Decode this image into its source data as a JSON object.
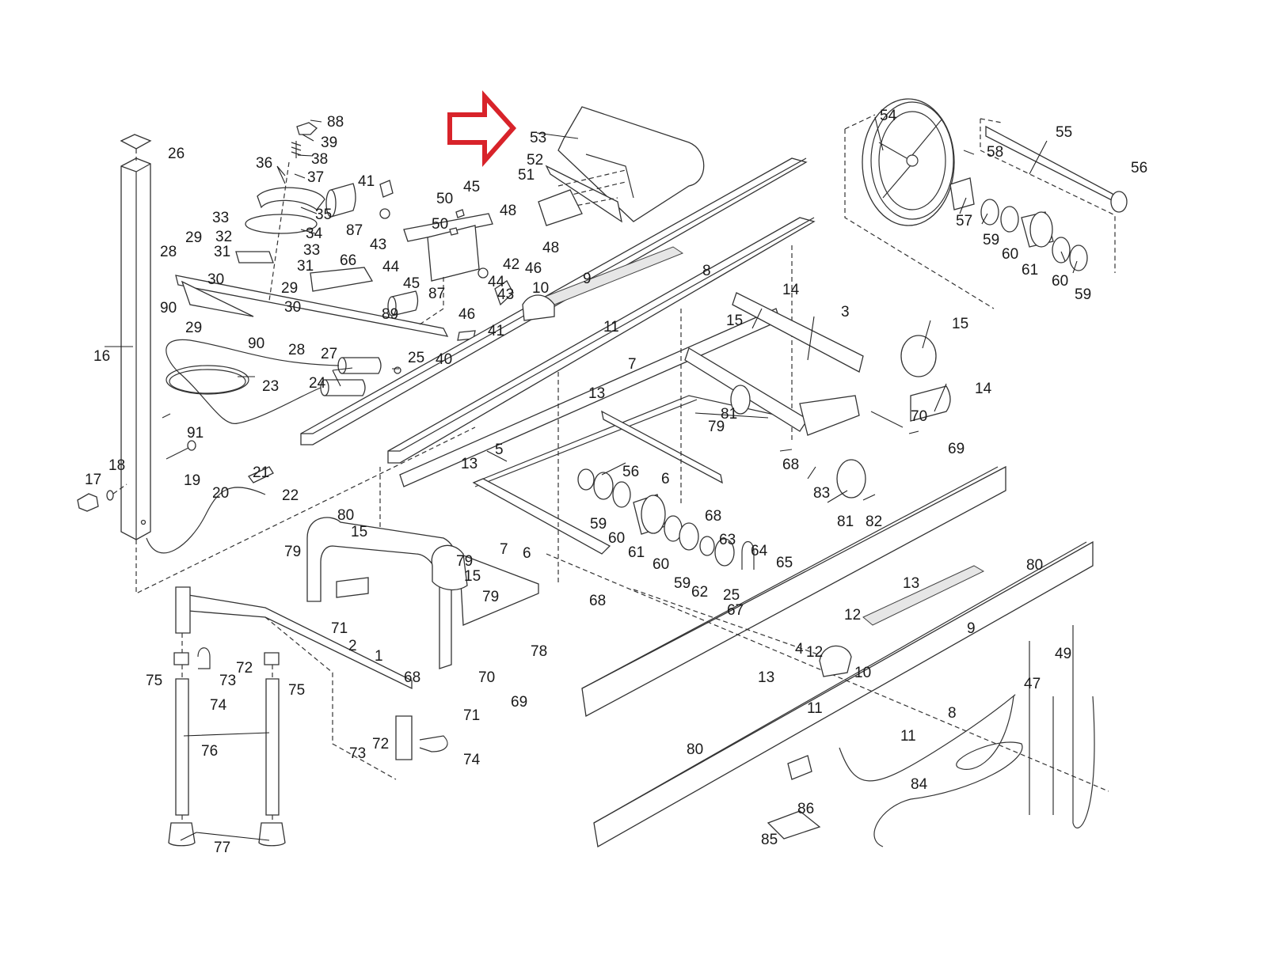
{
  "title": "Exploded parts diagram",
  "highlight": {
    "part_number": "53",
    "arrow_color": "#d8232a",
    "arrow_icon": "right-arrow-outline-icon"
  },
  "colors": {
    "line": "#333333",
    "background": "#ffffff"
  },
  "labels": [
    {
      "id": "88",
      "text": "88"
    },
    {
      "id": "39",
      "text": "39"
    },
    {
      "id": "38",
      "text": "38"
    },
    {
      "id": "36",
      "text": "36"
    },
    {
      "id": "37",
      "text": "37"
    },
    {
      "id": "35",
      "text": "35"
    },
    {
      "id": "34",
      "text": "34"
    },
    {
      "id": "33a",
      "text": "33"
    },
    {
      "id": "33b",
      "text": "33"
    },
    {
      "id": "32",
      "text": "32"
    },
    {
      "id": "31a",
      "text": "31"
    },
    {
      "id": "31b",
      "text": "31"
    },
    {
      "id": "29a",
      "text": "29"
    },
    {
      "id": "30a",
      "text": "30"
    },
    {
      "id": "28a",
      "text": "28"
    },
    {
      "id": "90a",
      "text": "90"
    },
    {
      "id": "29b",
      "text": "29"
    },
    {
      "id": "30b",
      "text": "30"
    },
    {
      "id": "29c",
      "text": "29"
    },
    {
      "id": "90b",
      "text": "90"
    },
    {
      "id": "28b",
      "text": "28"
    },
    {
      "id": "27",
      "text": "27"
    },
    {
      "id": "26",
      "text": "26"
    },
    {
      "id": "16",
      "text": "16"
    },
    {
      "id": "23",
      "text": "23"
    },
    {
      "id": "24",
      "text": "24"
    },
    {
      "id": "25a",
      "text": "25"
    },
    {
      "id": "40",
      "text": "40"
    },
    {
      "id": "66",
      "text": "66"
    },
    {
      "id": "89",
      "text": "89"
    },
    {
      "id": "87a",
      "text": "87"
    },
    {
      "id": "87b",
      "text": "87"
    },
    {
      "id": "41a",
      "text": "41"
    },
    {
      "id": "41b",
      "text": "41"
    },
    {
      "id": "43a",
      "text": "43"
    },
    {
      "id": "43b",
      "text": "43"
    },
    {
      "id": "44a",
      "text": "44"
    },
    {
      "id": "44b",
      "text": "44"
    },
    {
      "id": "45a",
      "text": "45"
    },
    {
      "id": "45b",
      "text": "45"
    },
    {
      "id": "50a",
      "text": "50"
    },
    {
      "id": "50b",
      "text": "50"
    },
    {
      "id": "42",
      "text": "42"
    },
    {
      "id": "46a",
      "text": "46"
    },
    {
      "id": "46b",
      "text": "46"
    },
    {
      "id": "48a",
      "text": "48"
    },
    {
      "id": "48b",
      "text": "48"
    },
    {
      "id": "51",
      "text": "51"
    },
    {
      "id": "52",
      "text": "52"
    },
    {
      "id": "53",
      "text": "53"
    },
    {
      "id": "10a",
      "text": "10"
    },
    {
      "id": "9a",
      "text": "9"
    },
    {
      "id": "11a",
      "text": "11"
    },
    {
      "id": "8a",
      "text": "8"
    },
    {
      "id": "7a",
      "text": "7"
    },
    {
      "id": "54",
      "text": "54"
    },
    {
      "id": "55",
      "text": "55"
    },
    {
      "id": "56a",
      "text": "56"
    },
    {
      "id": "57",
      "text": "57"
    },
    {
      "id": "58",
      "text": "58"
    },
    {
      "id": "59a",
      "text": "59"
    },
    {
      "id": "60a",
      "text": "60"
    },
    {
      "id": "61a",
      "text": "61"
    },
    {
      "id": "60b",
      "text": "60"
    },
    {
      "id": "59b",
      "text": "59"
    },
    {
      "id": "14a",
      "text": "14"
    },
    {
      "id": "3",
      "text": "3"
    },
    {
      "id": "15a",
      "text": "15"
    },
    {
      "id": "15b",
      "text": "15"
    },
    {
      "id": "14b",
      "text": "14"
    },
    {
      "id": "81a",
      "text": "81"
    },
    {
      "id": "79a",
      "text": "79"
    },
    {
      "id": "70a",
      "text": "70"
    },
    {
      "id": "69a",
      "text": "69"
    },
    {
      "id": "68a",
      "text": "68"
    },
    {
      "id": "83",
      "text": "83"
    },
    {
      "id": "81b",
      "text": "81"
    },
    {
      "id": "82",
      "text": "82"
    },
    {
      "id": "13a",
      "text": "13"
    },
    {
      "id": "91",
      "text": "91"
    },
    {
      "id": "18",
      "text": "18"
    },
    {
      "id": "17",
      "text": "17"
    },
    {
      "id": "19",
      "text": "19"
    },
    {
      "id": "21",
      "text": "21"
    },
    {
      "id": "20",
      "text": "20"
    },
    {
      "id": "22",
      "text": "22"
    },
    {
      "id": "13b",
      "text": "13"
    },
    {
      "id": "5",
      "text": "5"
    },
    {
      "id": "56b",
      "text": "56"
    },
    {
      "id": "6a",
      "text": "6"
    },
    {
      "id": "80a",
      "text": "80"
    },
    {
      "id": "68b",
      "text": "68"
    },
    {
      "id": "59c",
      "text": "59"
    },
    {
      "id": "60c",
      "text": "60"
    },
    {
      "id": "61b",
      "text": "61"
    },
    {
      "id": "60d",
      "text": "60"
    },
    {
      "id": "63",
      "text": "63"
    },
    {
      "id": "64",
      "text": "64"
    },
    {
      "id": "65",
      "text": "65"
    },
    {
      "id": "59d",
      "text": "59"
    },
    {
      "id": "62",
      "text": "62"
    },
    {
      "id": "25b",
      "text": "25"
    },
    {
      "id": "67",
      "text": "67"
    },
    {
      "id": "79b",
      "text": "79"
    },
    {
      "id": "15c",
      "text": "15"
    },
    {
      "id": "7b",
      "text": "7"
    },
    {
      "id": "6b",
      "text": "6"
    },
    {
      "id": "79c",
      "text": "79"
    },
    {
      "id": "15d",
      "text": "15"
    },
    {
      "id": "79d",
      "text": "79"
    },
    {
      "id": "68c",
      "text": "68"
    },
    {
      "id": "80b",
      "text": "80"
    },
    {
      "id": "13c",
      "text": "13"
    },
    {
      "id": "71a",
      "text": "71"
    },
    {
      "id": "2",
      "text": "2"
    },
    {
      "id": "1",
      "text": "1"
    },
    {
      "id": "78",
      "text": "78"
    },
    {
      "id": "70b",
      "text": "70"
    },
    {
      "id": "69b",
      "text": "69"
    },
    {
      "id": "68d",
      "text": "68"
    },
    {
      "id": "71b",
      "text": "71"
    },
    {
      "id": "75a",
      "text": "75"
    },
    {
      "id": "73a",
      "text": "73"
    },
    {
      "id": "72a",
      "text": "72"
    },
    {
      "id": "74a",
      "text": "74"
    },
    {
      "id": "75b",
      "text": "75"
    },
    {
      "id": "76",
      "text": "76"
    },
    {
      "id": "73b",
      "text": "73"
    },
    {
      "id": "72b",
      "text": "72"
    },
    {
      "id": "74b",
      "text": "74"
    },
    {
      "id": "77",
      "text": "77"
    },
    {
      "id": "12a",
      "text": "12"
    },
    {
      "id": "12b",
      "text": "12"
    },
    {
      "id": "9b",
      "text": "9"
    },
    {
      "id": "10b",
      "text": "10"
    },
    {
      "id": "4",
      "text": "4"
    },
    {
      "id": "13d",
      "text": "13"
    },
    {
      "id": "11b",
      "text": "11"
    },
    {
      "id": "11c",
      "text": "11"
    },
    {
      "id": "8b",
      "text": "8"
    },
    {
      "id": "80c",
      "text": "80"
    },
    {
      "id": "47",
      "text": "47"
    },
    {
      "id": "49",
      "text": "49"
    },
    {
      "id": "84",
      "text": "84"
    },
    {
      "id": "86",
      "text": "86"
    },
    {
      "id": "85",
      "text": "85"
    }
  ]
}
